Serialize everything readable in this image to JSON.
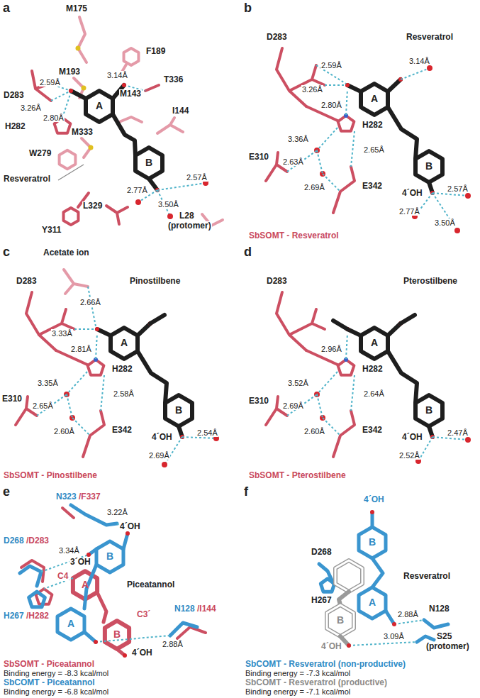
{
  "diagram": {
    "labels": [
      "a",
      "M175",
      "F189",
      "M193",
      "3.14Å",
      "T336",
      "2.59Å",
      "D283",
      "3.26Å",
      "M143",
      "A",
      "I144",
      "2.80Å",
      "H282",
      "M333",
      "W279",
      "Resveratrol",
      "B",
      "2.57Å",
      "2.77Å",
      "L329",
      "3.50Å",
      "L28",
      "(protomer)",
      "Y311",
      "b",
      "D283",
      "Resveratrol",
      "2.59Å",
      "3.14Å",
      "3.26Å",
      "A",
      "2.80Å",
      "H282",
      "3.36Å",
      "2.65Å",
      "E310",
      "2.63Å",
      "2.69Å",
      "E342",
      "B",
      "4´OH",
      "2.57Å",
      "2.77Å",
      "3.50Å",
      "SbSOMT - Resveratrol",
      "c",
      "Acetate ion",
      "Pinostilbene",
      "D283",
      "2.66Å",
      "3.33Å",
      "A",
      "2.81Å",
      "H282",
      "3.35Å",
      "2.58Å",
      "E310",
      "2.65Å",
      "2.60Å",
      "E342",
      "B",
      "4´OH",
      "2.54Å",
      "2.69Å",
      "SbSOMT - Pinostilbene",
      "d",
      "Pterostilbene",
      "D283",
      "2.96Å",
      "A",
      "H282",
      "3.52Å",
      "2.64Å",
      "E310",
      "2.69Å",
      "2.60Å",
      "E342",
      "B",
      "4´OH",
      "2.47Å",
      "2.52Å",
      "SbSOMT - Pterostilbene",
      "e",
      "N323",
      "/F337",
      "3.22Å",
      "4´OH",
      "D268",
      "/D283",
      "3.34Å",
      "3´OH",
      "B",
      "C4",
      "A",
      "Piceatannol",
      "N128",
      "/I144",
      "H267",
      "/H282",
      "C3´",
      "A",
      "2.88Å",
      "B",
      "4´OH",
      "SbSOMT - Piceatannol",
      "Binding energy = -8.3 kcal/mol",
      "SbCOMT - Piceatannol",
      "Binding energy = -6.8 kcal/mol",
      "f",
      "4´OH",
      "B",
      "D268",
      "Resveratrol",
      "H267",
      "A",
      "N128",
      "2.88Å",
      "B",
      "3.09Å",
      "S25",
      "(protomer)",
      "4´OH",
      "SbCOMT - Resveratrol (non-productive)",
      "Binding energy = -7.3 kcal/mol",
      "SbCOMT - Resveratrol (productive)",
      "Binding energy = -7.1 kcal/mol"
    ]
  }
}
